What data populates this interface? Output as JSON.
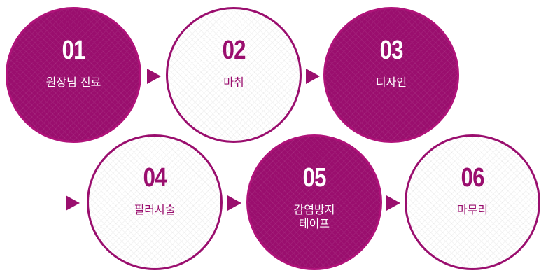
{
  "colors": {
    "accent": "#9a0e6e",
    "filled_text": "#ffffff",
    "outline_background": "#ffffff"
  },
  "arrow_icon": "right-triangle-arrow",
  "steps": [
    {
      "number": "01",
      "label": "원장님 진료",
      "style": "filled"
    },
    {
      "number": "02",
      "label": "마취",
      "style": "outline"
    },
    {
      "number": "03",
      "label": "디자인",
      "style": "filled"
    },
    {
      "number": "04",
      "label": "필러시술",
      "style": "outline"
    },
    {
      "number": "05",
      "label": "감염방지\n테이프",
      "style": "filled"
    },
    {
      "number": "06",
      "label": "마무리",
      "style": "outline"
    }
  ]
}
